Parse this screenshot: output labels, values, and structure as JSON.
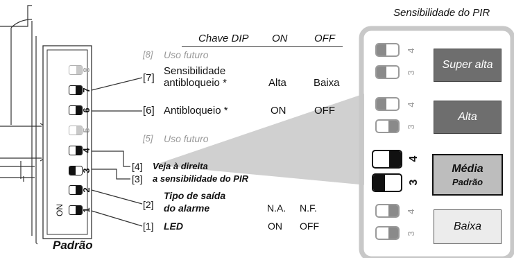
{
  "header": {
    "chave_dip": "Chave DIP",
    "on": "ON",
    "off": "OFF",
    "sens_title": "Sensibilidade do PIR"
  },
  "board": {
    "on_label": "ON",
    "padrao": "Padrão"
  },
  "rows": [
    {
      "num": "8",
      "bracket": "[8]",
      "desc": "Uso futuro",
      "on": "",
      "off": "",
      "style": "future"
    },
    {
      "num": "7",
      "bracket": "[7]",
      "desc": "Sensibilidade",
      "desc2": "antibloqueio *",
      "on": "Alta",
      "off": "Baixa",
      "style": "normal"
    },
    {
      "num": "6",
      "bracket": "[6]",
      "desc": "Antibloqueio *",
      "on": "ON",
      "off": "OFF",
      "style": "normal"
    },
    {
      "num": "5",
      "bracket": "[5]",
      "desc": "Uso futuro",
      "on": "",
      "off": "",
      "style": "future"
    },
    {
      "num": "4",
      "bracket": "[4]",
      "desc": "Veja à direita",
      "on": "",
      "off": "",
      "style": "bold"
    },
    {
      "num": "3",
      "bracket": "[3]",
      "desc": "a sensibilidade do PIR",
      "on": "",
      "off": "",
      "style": "bold"
    },
    {
      "num": "2",
      "bracket": "[2]",
      "desc": "Tipo de saída",
      "desc2": "do alarme",
      "on": "N.A.",
      "off": "N.F.",
      "style": "bold"
    },
    {
      "num": "1",
      "bracket": "[1]",
      "desc": "LED",
      "on": "ON",
      "off": "OFF",
      "style": "bold"
    }
  ],
  "sensitivity": [
    {
      "label": "Super alta",
      "sub": "",
      "top_num": "4",
      "bottom_num": "3"
    },
    {
      "label": "Alta",
      "sub": "",
      "top_num": "4",
      "bottom_num": "3"
    },
    {
      "label": "Média",
      "sub": "Padrão",
      "top_num": "4",
      "bottom_num": "3"
    },
    {
      "label": "Baixa",
      "sub": "",
      "top_num": "4",
      "bottom_num": "3"
    }
  ],
  "colors": {
    "dark_box": "#6e6e6e",
    "mid_box": "#bdbdbd",
    "light_box": "#ececec",
    "panel_border": "#c8c8c8"
  }
}
